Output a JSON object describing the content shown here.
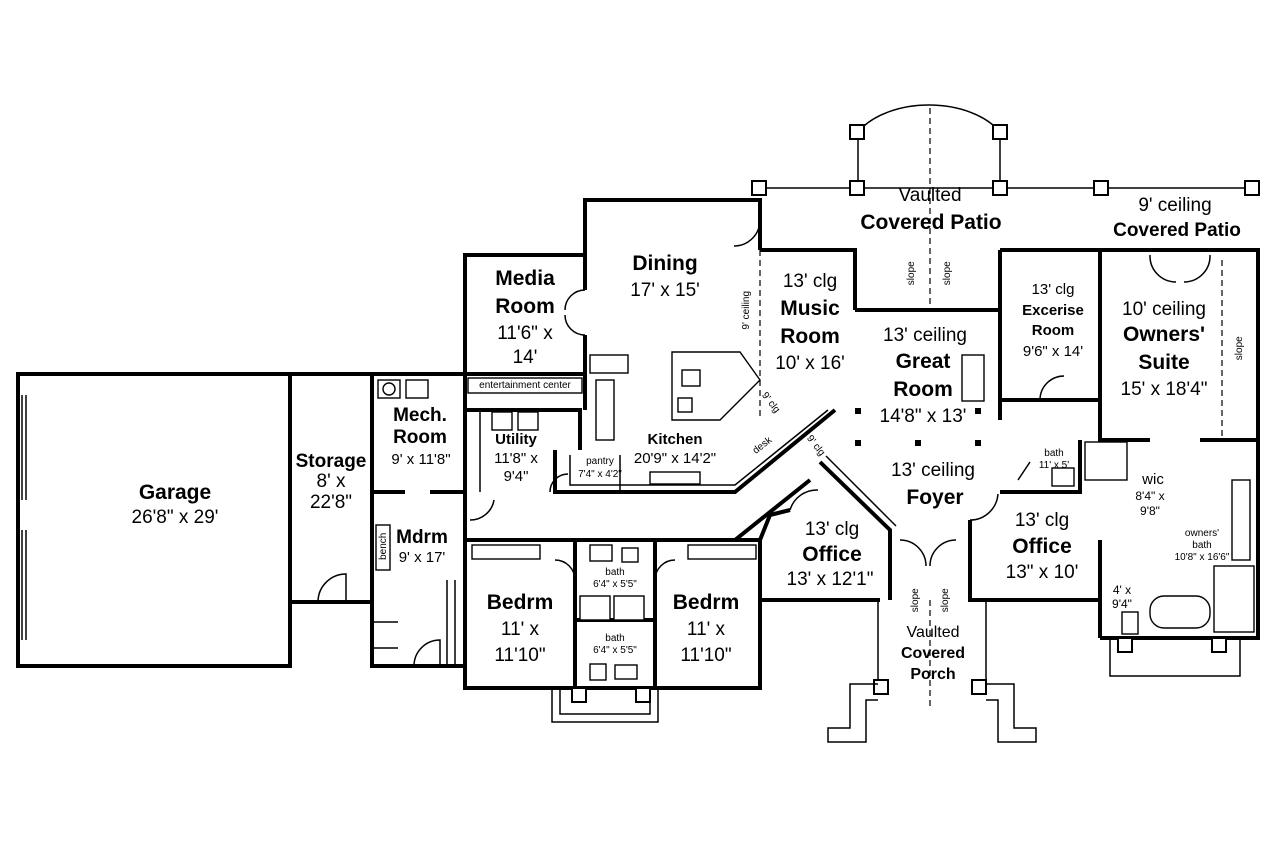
{
  "rooms": {
    "garage": {
      "name": "Garage",
      "size": "26'8\" x 29'"
    },
    "storage": {
      "name": "Storage",
      "size_line1": "8' x",
      "size_line2": "22'8\""
    },
    "mech": {
      "name_line1": "Mech.",
      "name_line2": "Room",
      "size": "9' x 11'8\""
    },
    "mdrm": {
      "name": "Mdrm",
      "size": "9' x 17'"
    },
    "bench": {
      "name": "bench"
    },
    "media": {
      "name_line1": "Media",
      "name_line2": "Room",
      "size_line1": "11'6\" x",
      "size_line2": "14'"
    },
    "entertainment": {
      "name": "entertainment center"
    },
    "utility": {
      "name": "Utility",
      "size_line1": "11'8\" x",
      "size_line2": "9'4\""
    },
    "pantry": {
      "name": "pantry",
      "size": "7'4\" x 4'2\""
    },
    "dining": {
      "name": "Dining",
      "size": "17' x 15'"
    },
    "kitchen": {
      "name": "Kitchen",
      "size": "20'9\" x 14'2\""
    },
    "desk": {
      "name": "desk"
    },
    "music": {
      "ceiling": "13' clg",
      "name_line1": "Music",
      "name_line2": "Room",
      "size": "10' x 16'"
    },
    "great": {
      "ceiling": "13' ceiling",
      "name_line1": "Great",
      "name_line2": "Room",
      "size": "14'8\" x 13'"
    },
    "exercise": {
      "ceiling": "13' clg",
      "name_line1": "Excerise",
      "name_line2": "Room",
      "size": "9'6\" x 14'"
    },
    "owners_suite": {
      "ceiling": "10' ceiling",
      "name_line1": "Owners'",
      "name_line2": "Suite",
      "size": "15' x 18'4\""
    },
    "patio_vaulted": {
      "line1": "Vaulted",
      "line2": "Covered Patio"
    },
    "patio_9": {
      "line1": "9' ceiling",
      "line2": "Covered Patio"
    },
    "foyer": {
      "ceiling": "13' ceiling",
      "name": "Foyer"
    },
    "office_left": {
      "ceiling": "13' clg",
      "name": "Office",
      "size": "13' x 12'1\""
    },
    "office_right": {
      "ceiling": "13' clg",
      "name": "Office",
      "size": "13\" x 10'"
    },
    "bath_small": {
      "name": "bath",
      "size": "11' x 5'"
    },
    "wic": {
      "name": "wic",
      "size_line1": "8'4\" x",
      "size_line2": "9'8\""
    },
    "owners_bath": {
      "name_line1": "owners'",
      "name_line2": "bath",
      "size": "10'8\" x 16'6\""
    },
    "closet": {
      "size_line1": "4' x",
      "size_line2": "9'4\""
    },
    "bedrm_left": {
      "name": "Bedrm",
      "size_line1": "11' x",
      "size_line2": "11'10\""
    },
    "bedrm_right": {
      "name": "Bedrm",
      "size_line1": "11' x",
      "size_line2": "11'10\""
    },
    "bath_top": {
      "name": "bath",
      "size": "6'4\" x 5'5\""
    },
    "bath_bottom": {
      "name": "bath",
      "size": "6'4\" x 5'5\""
    },
    "porch": {
      "line1": "Vaulted",
      "line2": "Covered",
      "line3": "Porch"
    }
  },
  "notes": {
    "ceiling_9_dining": "9' ceiling",
    "clg_9_a": "9' clg",
    "clg_9_b": "9' clg",
    "slope": "slope"
  }
}
